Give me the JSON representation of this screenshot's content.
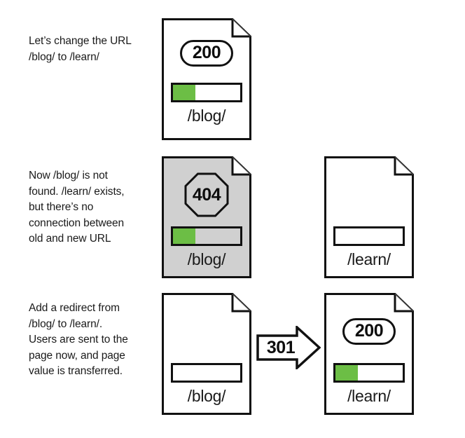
{
  "diagram": {
    "title": "URL redirect (301) explanation diagram",
    "colors": {
      "green_bar": "#6cbe45",
      "gray_page": "#d0d0d0",
      "stroke": "#111111",
      "text": "#1a1a1a",
      "background": "#ffffff"
    }
  },
  "rows": [
    {
      "caption": "Let’s change the URL\n/blog/ to /learn/",
      "documents": [
        {
          "url_label": "/blog/",
          "status_badge": "200",
          "badge_shape": "rounded-rectangle",
          "bar_fill_percent": 33,
          "page_state": "normal"
        }
      ],
      "arrow": null
    },
    {
      "caption": "Now /blog/ is not\nfound. /learn/ exists,\nbut there’s no\nconnection between\nold and new URL",
      "documents": [
        {
          "url_label": "/blog/",
          "status_badge": "404",
          "badge_shape": "octagon",
          "bar_fill_percent": 33,
          "page_state": "grayed-out"
        },
        {
          "url_label": "/learn/",
          "status_badge": "",
          "badge_shape": "none",
          "bar_fill_percent": 0,
          "page_state": "normal"
        }
      ],
      "arrow": null
    },
    {
      "caption": "Add a redirect from\n/blog/ to /learn/.\nUsers are sent to the\npage now, and page\nvalue is transferred.",
      "documents": [
        {
          "url_label": "/blog/",
          "status_badge": "",
          "badge_shape": "none",
          "bar_fill_percent": 0,
          "page_state": "normal"
        },
        {
          "url_label": "/learn/",
          "status_badge": "200",
          "badge_shape": "rounded-rectangle",
          "bar_fill_percent": 33,
          "page_state": "normal"
        }
      ],
      "arrow": {
        "label": "301",
        "direction": "right"
      }
    }
  ]
}
